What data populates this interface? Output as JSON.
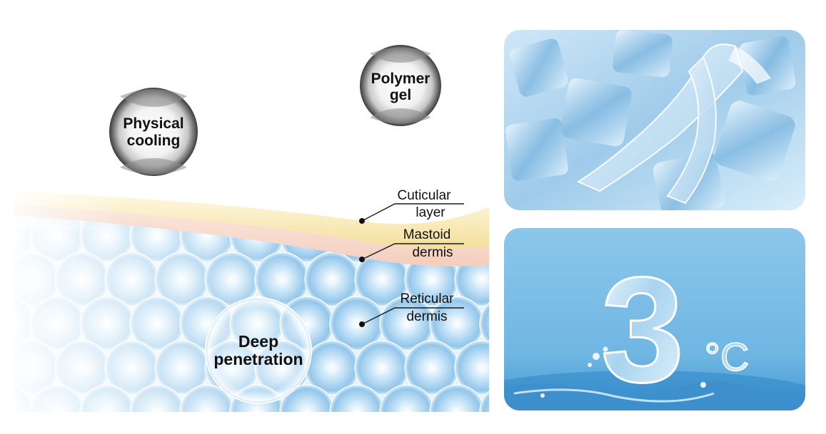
{
  "bubbles": {
    "physical_cooling": {
      "line1": "Physical",
      "line2": "cooling"
    },
    "polymer_gel": {
      "line1": "Polymer",
      "line2": "gel"
    },
    "deep_penetration": {
      "line1": "Deep",
      "line2": "penetration"
    }
  },
  "layers": {
    "cuticular": {
      "line1": "Cuticular",
      "line2": "layer"
    },
    "mastoid": {
      "line1": "Mastoid",
      "line2": "dermis"
    },
    "reticular": {
      "line1": "Reticular",
      "line2": "dermis"
    }
  },
  "temperature_panel": {
    "digit": "3",
    "unit": "°C"
  },
  "colors": {
    "cuticular_band": "#f6e6a8",
    "mastoid_band": "#f7d6c8",
    "dermis_blue": "#bcdcf2",
    "ice_blue": "#a9d3ee",
    "water_blue": "#7fc1e8"
  }
}
